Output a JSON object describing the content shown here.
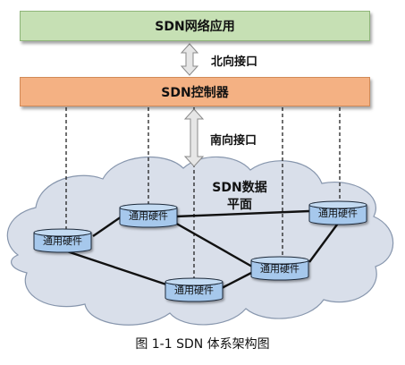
{
  "app_layer": {
    "label": "SDN网络应用"
  },
  "northbound": {
    "label": "北向接口"
  },
  "controller": {
    "label": "SDN控制器"
  },
  "southbound": {
    "label": "南向接口"
  },
  "data_plane": {
    "line1": "SDN数据",
    "line2": "平面"
  },
  "devices": [
    {
      "id": "dev-1",
      "label": "通用硬件"
    },
    {
      "id": "dev-2",
      "label": "通用硬件"
    },
    {
      "id": "dev-3",
      "label": "通用硬件"
    },
    {
      "id": "dev-4",
      "label": "通用硬件"
    },
    {
      "id": "dev-5",
      "label": "通用硬件"
    }
  ],
  "caption": "图 1-1   SDN 体系架构图",
  "colors": {
    "app_layer": "#c6e0b4",
    "controller": "#f4b183",
    "cloud": "#d9dfea",
    "device": "#a6c8ec",
    "arrow": "#e6e6e6"
  }
}
